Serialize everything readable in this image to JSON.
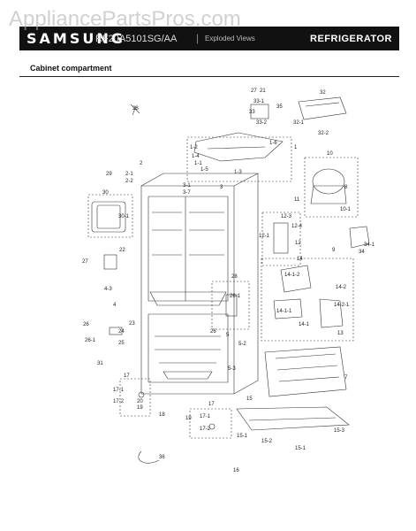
{
  "header": {
    "brand": "SAMSUNG",
    "model": "RF20A5101SG/AA",
    "separator": "|",
    "view_type": "Exploded Views",
    "product": "REFRIGERATOR",
    "background": "#111111"
  },
  "watermark": "AppliancePartsPros.com",
  "section_title": "Cabinet compartment",
  "labels": {
    "l27": "27",
    "l21": "21",
    "l33_1": "33-1",
    "l33": "33",
    "l33_2": "33-2",
    "l35": "35",
    "l32": "32",
    "l32_1": "32-1",
    "l32_2": "32-2",
    "l28": "28",
    "l1_2": "1-2",
    "l1_6": "1-6",
    "l1": "1",
    "l1_4": "1-4",
    "l1_1": "1-1",
    "l1_5": "1-5",
    "l1_3": "1-3",
    "l10": "10",
    "l8": "8",
    "l10_1": "10-1",
    "l29": "29",
    "l2_1": "2-1",
    "l2_2": "2-2",
    "l2": "2",
    "l3_1": "3-1",
    "l3_7": "3-7",
    "l3": "3",
    "l11": "11",
    "l30": "30",
    "l30_1": "30-1",
    "l12_3": "12-3",
    "l12_4": "12-4",
    "l12_1": "12-1",
    "l12": "12",
    "l9": "9",
    "l34_1": "34-1",
    "l34": "34",
    "l22": "22",
    "l27b": "27",
    "l14": "14",
    "l14_1_2": "14-1-2",
    "l14_2": "14-2",
    "l14_2_1": "14-2-1",
    "l14_1_1": "14-1-1",
    "l14_1": "14-1",
    "l13": "13",
    "l4_3": "4-3",
    "l4": "4",
    "l26": "26",
    "l26_1": "26-1",
    "l26b": "26",
    "l26_1b": "26-1",
    "l23": "23",
    "l24": "24",
    "l25": "25",
    "l31": "31",
    "l5": "5",
    "l5_2": "5-2",
    "l5_3": "5-3",
    "l7": "7",
    "l17": "17",
    "l17_1": "17-1",
    "l17_2": "17-2",
    "l20": "20",
    "l19": "19",
    "l18": "18",
    "l17b": "17",
    "l17_1b": "17-1",
    "l17_2b": "17-2",
    "l19b": "19",
    "l15": "15",
    "l15_3": "15-3",
    "l15_1": "15-1",
    "l15_2": "15-2",
    "l16": "16",
    "l36": "36"
  }
}
